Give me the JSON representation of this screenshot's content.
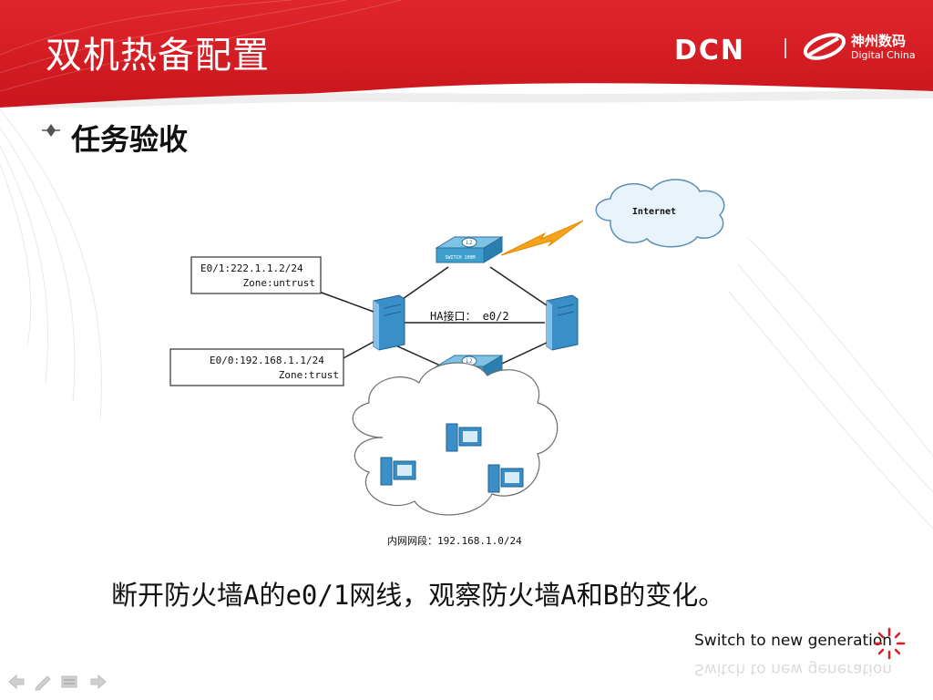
{
  "slide": {
    "title": "双机热备配置",
    "bullet": "任务验收",
    "caption": "断开防火墙A的e0/1网线，观察防火墙A和B的变化。",
    "tagline": "Switch to new generation"
  },
  "logo": {
    "dcn": "DCN",
    "cn_name": "神州数码",
    "en_name": "Digital China"
  },
  "diagram": {
    "internet_label": "Internet",
    "label_untrust_ip": "E0/1:222.1.1.2/24",
    "label_untrust_zone": "Zone:untrust",
    "label_trust_ip": "E0/0:192.168.1.1/24",
    "label_trust_zone": "Zone:trust",
    "ha_label": "HA接口：  e0/2",
    "lan_label": "内网网段：192.168.1.0/24",
    "switch_text": "SWITCH  100M",
    "switch_center": "L2"
  },
  "colors": {
    "header_red": "#d81e24",
    "switch_blue": "#3fa0cf",
    "firewall_blue": "#3b8fc9",
    "lightning": "#f6a21a"
  },
  "icons": [
    "bullet-diamond-icon",
    "dcn-logo-icon",
    "digital-china-swirl-icon",
    "starburst-icon",
    "nav-prev-icon",
    "nav-pen-icon",
    "nav-menu-icon",
    "nav-next-icon"
  ]
}
